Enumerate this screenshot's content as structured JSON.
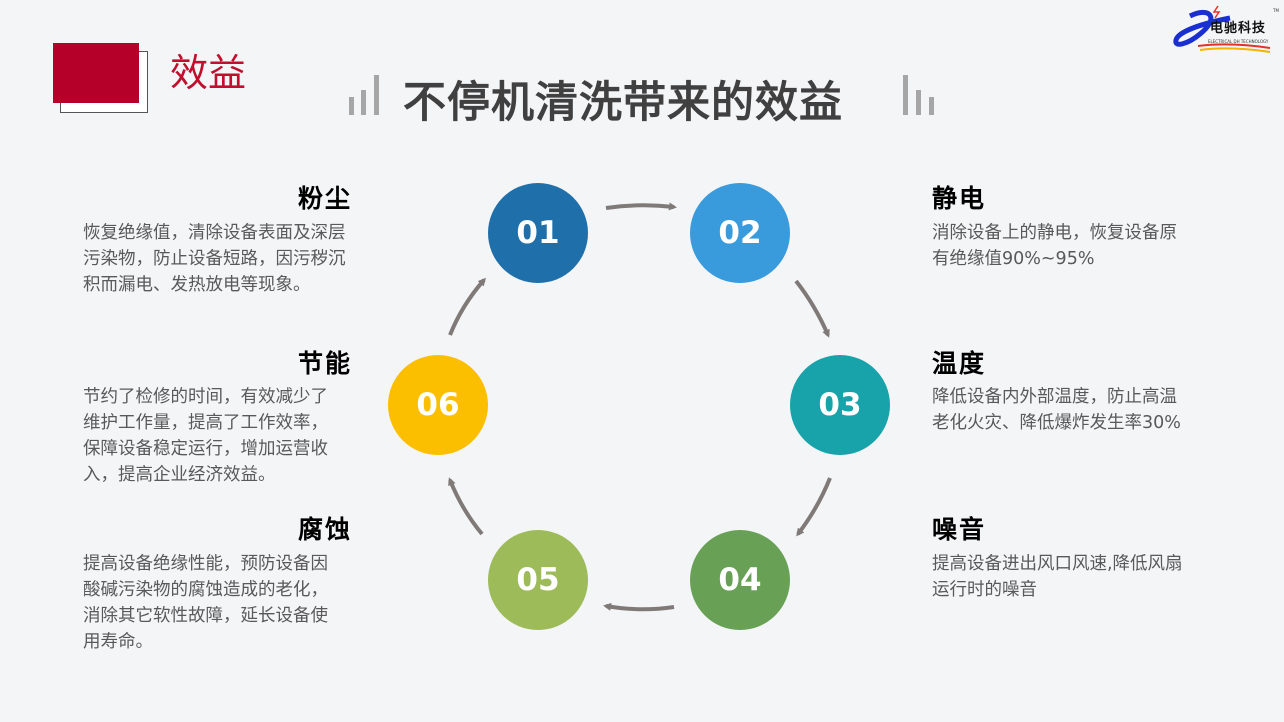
{
  "logo": {
    "text": "电驰科技",
    "subtitle": "ELECTRICAL DH TECHNOLOGY",
    "tm": "TM"
  },
  "section_title": "效益",
  "main_title": "不停机清洗带来的效益",
  "colors": {
    "accent": "#b5002a",
    "c01": "#1f70aa",
    "c02": "#3a9bdc",
    "c03": "#18a3aa",
    "c04": "#68a155",
    "c05": "#9dbb59",
    "c06": "#fcbf00",
    "arrow": "#7f7a78"
  },
  "steps": [
    {
      "num": "01",
      "title": "粉尘",
      "lines": [
        "恢复绝缘值，清除设备表面及深层",
        "污染物，防止设备短路，因污秽沉",
        "积而漏电、发热放电等现象。"
      ]
    },
    {
      "num": "02",
      "title": "静电",
      "lines": [
        "消除设备上的静电，恢复设备原",
        "有绝缘值90%~95%"
      ]
    },
    {
      "num": "03",
      "title": "温度",
      "lines": [
        "降低设备内外部温度，防止高温",
        "老化火灾、降低爆炸发生率30%"
      ]
    },
    {
      "num": "04",
      "title": "噪音",
      "lines": [
        "提高设备进出风口风速,降低风扇",
        "运行时的噪音"
      ]
    },
    {
      "num": "05",
      "title": "腐蚀",
      "lines": [
        "提高设备绝缘性能，预防设备因",
        "酸碱污染物的腐蚀造成的老化，",
        "消除其它软性故障，延长设备使",
        "用寿命。"
      ]
    },
    {
      "num": "06",
      "title": "节能",
      "lines": [
        "节约了检修的时间，有效减少了",
        "维护工作量，提高了工作效率，",
        "保障设备稳定运行，增加运营收",
        "入，提高企业经济效益。"
      ]
    }
  ]
}
